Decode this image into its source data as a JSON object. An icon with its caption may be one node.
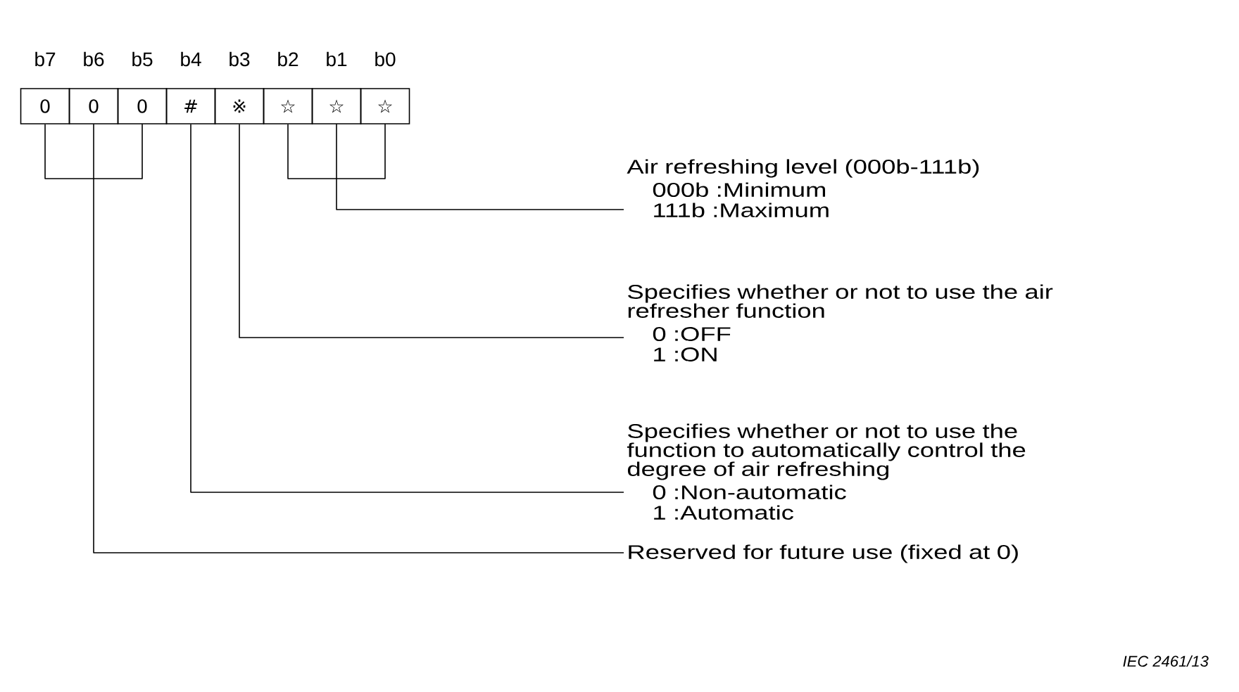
{
  "diagram": {
    "nodes": [
      {
        "text": [
          "0"
        ]
      },
      {
        "text": [
          "0"
        ]
      },
      {
        "text": [
          "0"
        ]
      },
      {
        "text": [
          "#"
        ]
      },
      {
        "text": [
          "※"
        ]
      },
      {
        "text": [
          "☆"
        ]
      },
      {
        "text": [
          "☆"
        ]
      },
      {
        "text": [
          "☆"
        ]
      },
      {
        "text": [
          "Air refreshing level (000b-111b)",
          "000b :Minimum",
          "111b :Maximum"
        ]
      },
      {
        "text": [
          "Specifies whether or not to use the air refresher function",
          "0 :OFF",
          "1 :ON"
        ]
      },
      {
        "text": [
          "Specifies whether or not to use the function to automatically control the degree of air refreshing",
          "0 :Non-automatic",
          "1 :Automatic"
        ]
      },
      {
        "text": [
          "Reserved for future use (fixed at 0)"
        ]
      }
    ],
    "edges": [
      {
        "from": 5,
        "to": 8,
        "arrow": "none"
      },
      {
        "from": 6,
        "to": 8,
        "arrow": "none"
      },
      {
        "from": 7,
        "to": 8,
        "arrow": "none"
      },
      {
        "from": 4,
        "to": 9,
        "arrow": "none"
      },
      {
        "from": 3,
        "to": 10,
        "arrow": "none"
      },
      {
        "from": 0,
        "to": 11,
        "arrow": "none"
      },
      {
        "from": 1,
        "to": 11,
        "arrow": "none"
      },
      {
        "from": 2,
        "to": 11,
        "arrow": "none"
      }
    ],
    "labels": [
      "b7",
      "b6",
      "b5",
      "b4",
      "b3",
      "b2",
      "b1",
      "b0",
      "IEC 2461/13"
    ]
  }
}
